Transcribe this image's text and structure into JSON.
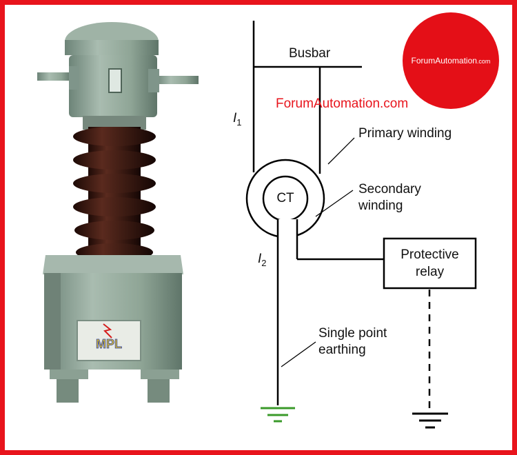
{
  "logo": {
    "text": "ForumAutomation",
    "suffix": ".com",
    "color": "#e40f17"
  },
  "watermark": {
    "text": "ForumAutomation.com",
    "color": "#e8141c"
  },
  "photo": {
    "nameplate_text": "MPL",
    "body_color": "#8fa596",
    "insulator_color": "#3a1a12"
  },
  "diagram": {
    "busbar_label": "Busbar",
    "i1_label": "I",
    "i1_sub": "1",
    "i2_label": "I",
    "i2_sub": "2",
    "ct_label": "CT",
    "primary_winding_label": "Primary winding",
    "secondary_winding_label_line1": "Secondary",
    "secondary_winding_label_line2": "winding",
    "relay_label_line1": "Protective",
    "relay_label_line2": "relay",
    "earthing_label_line1": "Single point",
    "earthing_label_line2": "earthing",
    "earth_color": "#3a9a2a"
  },
  "colors": {
    "frame": "#e8141c"
  }
}
